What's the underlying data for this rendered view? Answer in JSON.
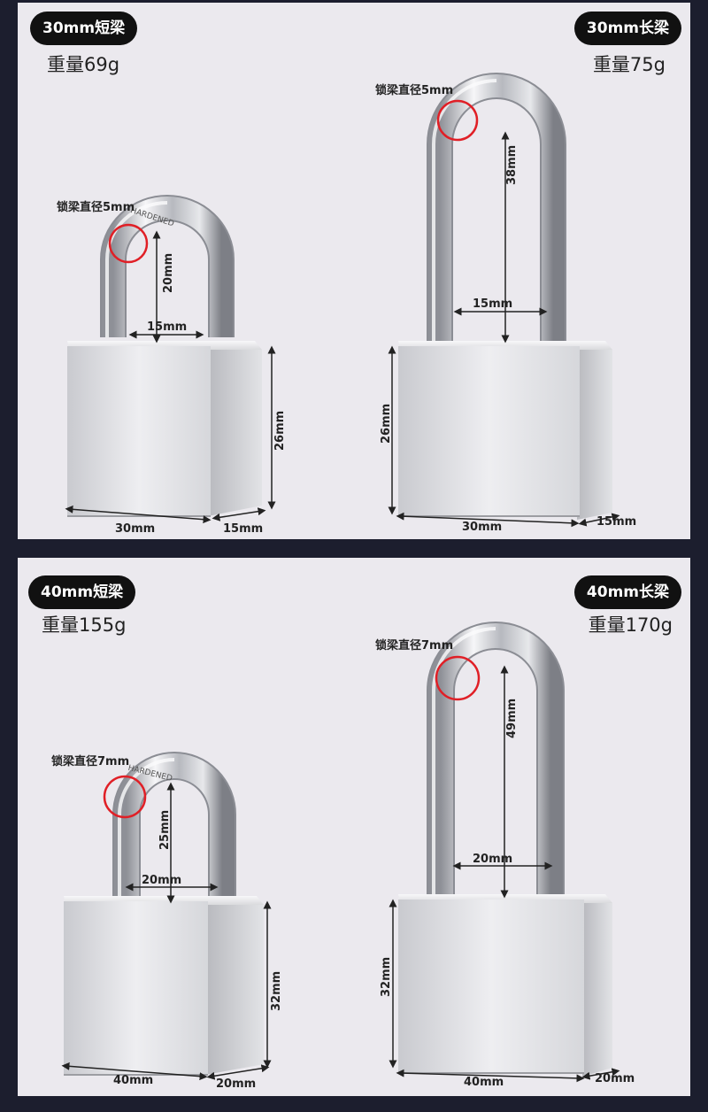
{
  "panels": [
    {
      "left": {
        "badge": "30mm短梁",
        "weight": "重量69g",
        "callout": "锁梁直径5mm",
        "shackle_height": "20mm",
        "shackle_inner_width": "15mm",
        "body_height": "26mm",
        "body_width": "30mm",
        "body_depth": "15mm",
        "engraving": "HARDENED"
      },
      "right": {
        "badge": "30mm长梁",
        "weight": "重量75g",
        "callout": "锁梁直径5mm",
        "shackle_height": "38mm",
        "shackle_inner_width": "15mm",
        "body_height": "26mm",
        "body_width": "30mm",
        "body_depth": "15mm"
      }
    },
    {
      "left": {
        "badge": "40mm短梁",
        "weight": "重量155g",
        "callout": "锁梁直径7mm",
        "shackle_height": "25mm",
        "shackle_inner_width": "20mm",
        "body_height": "32mm",
        "body_width": "40mm",
        "body_depth": "20mm",
        "engraving": "HARDENED"
      },
      "right": {
        "badge": "40mm长梁",
        "weight": "重量170g",
        "callout": "锁梁直径7mm",
        "shackle_height": "49mm",
        "shackle_inner_width": "20mm",
        "body_height": "32mm",
        "body_width": "40mm",
        "body_depth": "20mm"
      }
    }
  ],
  "colors": {
    "background": "#1c1e2e",
    "panel": "#ebe9ee",
    "badge": "#111111",
    "callout_circle": "#e01f26",
    "steel_light": "#f4f4f6",
    "steel_dark": "#9a9ca3"
  }
}
